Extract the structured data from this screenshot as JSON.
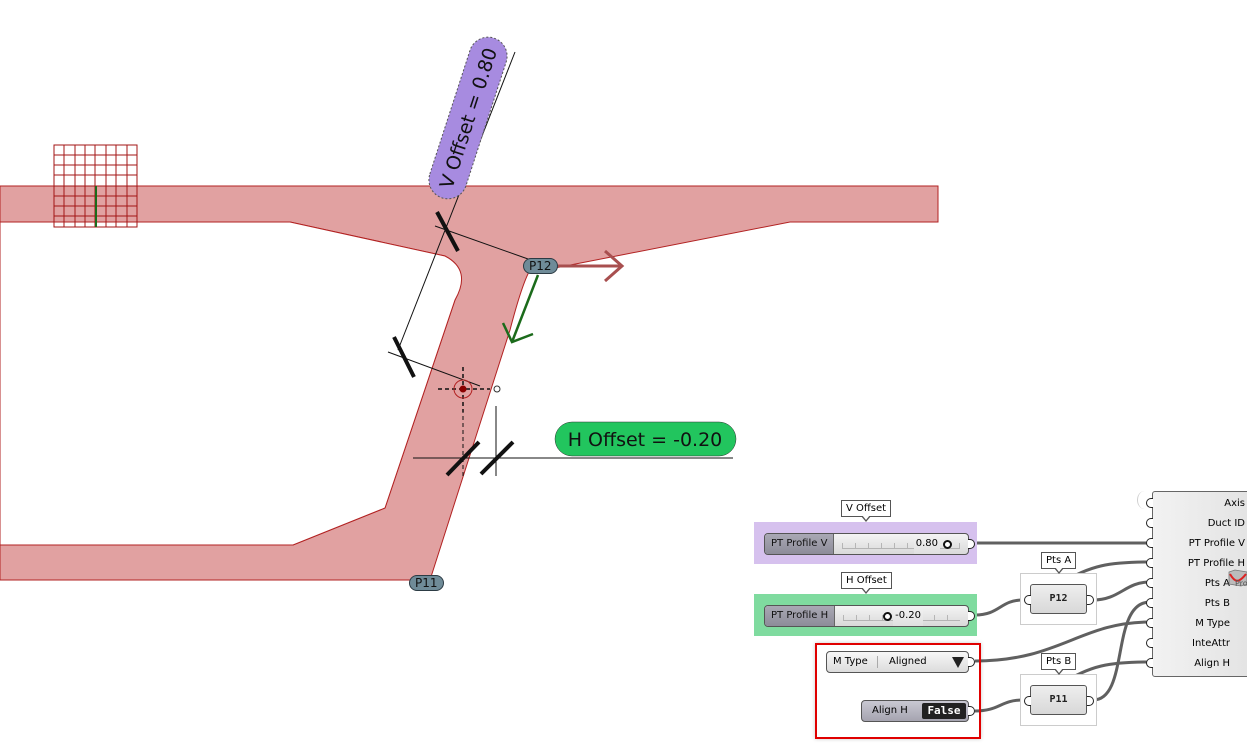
{
  "viewport": {
    "annotations": {
      "v_offset_tag": "V Offset = 0.80",
      "h_offset_tag": "H Offset = -0.20",
      "point_labels": [
        "P12",
        "P11"
      ]
    },
    "colors": {
      "duct_fill": "#e1a1a1",
      "duct_stroke": "#b22222",
      "v_tag_bg": "#a78be0",
      "h_tag_bg": "#22c55e",
      "arrow_h": "#a84f4f",
      "arrow_v": "#1b6b1b",
      "grid": "#a31515",
      "point_label_bg": "#6f8b98"
    }
  },
  "grasshopper": {
    "v_offset_group": {
      "callout": "V Offset",
      "slider_name": "PT Profile V",
      "value": "0.80",
      "fraction": 0.9,
      "group_color": "#d6c1ee"
    },
    "h_offset_group": {
      "callout": "H Offset",
      "slider_name": "PT Profile H",
      "value": "-0.20",
      "fraction": 0.4,
      "group_color": "#7fdb9f"
    },
    "m_type": {
      "name": "M Type",
      "selected": "Aligned"
    },
    "align_h": {
      "name": "Align H",
      "value": "False"
    },
    "pts_a": {
      "callout": "Pts A",
      "panel_text": "P12"
    },
    "pts_b": {
      "callout": "Pts B",
      "panel_text": "P11"
    },
    "component": {
      "inputs": [
        "Axis",
        "Duct ID",
        "PT Profile V",
        "PT Profile H",
        "Pts A",
        "Pts B",
        "M Type",
        "InteAttr",
        "Align H"
      ],
      "icon_label": "Prof"
    },
    "highlight_color": "#e00000"
  }
}
